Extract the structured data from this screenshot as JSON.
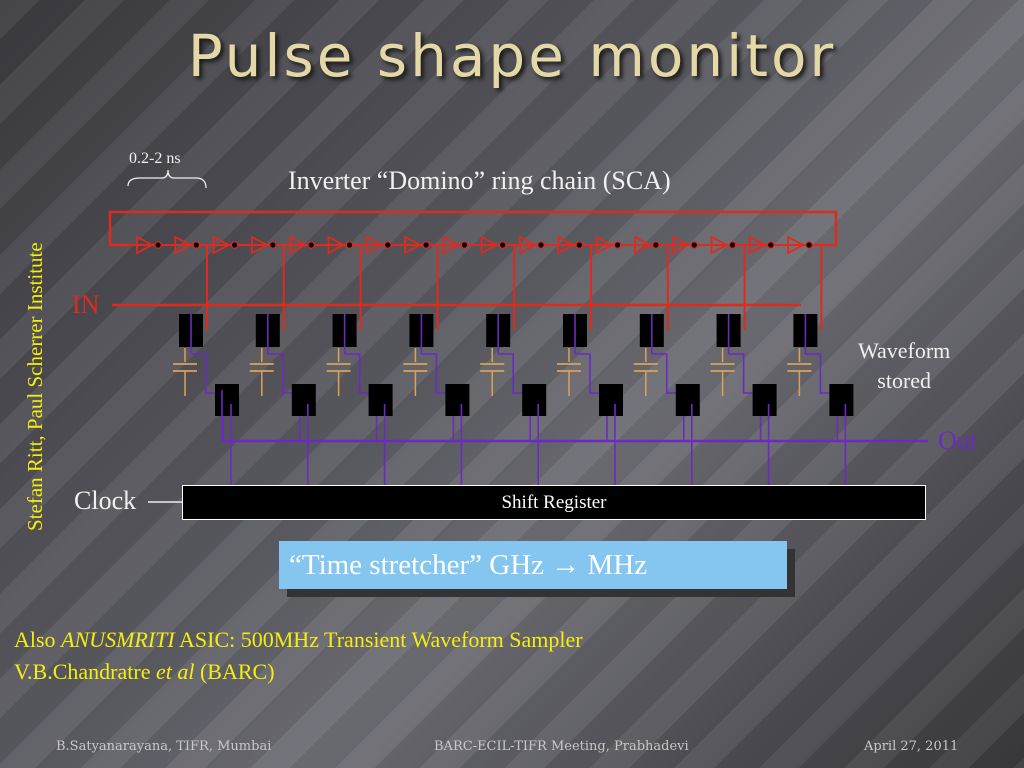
{
  "title": "Pulse shape monitor",
  "side_credit": "Stefan Ritt, Paul Scherrer Institute",
  "diagram": {
    "ring_label": "Inverter “Domino” ring chain (SCA)",
    "delay_label": "0.2-2 ns",
    "in_label": "IN",
    "clock_label": "Clock",
    "out_label": "Out",
    "waveform_line1": "Waveform",
    "waveform_line2": "stored",
    "shift_register_label": "Shift Register",
    "stretcher_label": "“Time stretcher” GHz → MHz",
    "colors": {
      "ring": "#e02a1e",
      "out": "#6d2ac2",
      "text_yellow": "#f5ee10",
      "cap": "#d9a35a"
    }
  },
  "also": {
    "prefix": "Also ",
    "asic_name": "ANUSMRITI",
    "asic_desc": " ASIC: 500MHz Transient Waveform Sampler",
    "authors": "V.B.Chandratre ",
    "et_al": "et al",
    "org": " (BARC)"
  },
  "footer": {
    "left": "B.Satyanarayana, TIFR, Mumbai",
    "center": "BARC-ECIL-TIFR Meeting, Prabhadevi",
    "right": "April 27, 2011"
  }
}
